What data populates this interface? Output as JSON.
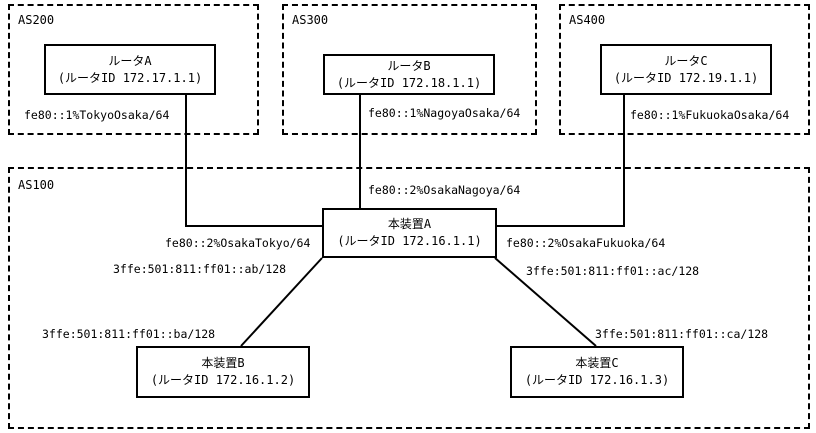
{
  "as_areas": [
    {
      "id": "as200",
      "label": "AS200"
    },
    {
      "id": "as300",
      "label": "AS300"
    },
    {
      "id": "as400",
      "label": "AS400"
    },
    {
      "id": "as100",
      "label": "AS100"
    }
  ],
  "routers": {
    "router_a": {
      "name": "ルータA",
      "id_line": "(ルータID 172.17.1.1)"
    },
    "router_b": {
      "name": "ルータB",
      "id_line": "(ルータID 172.18.1.1)"
    },
    "router_c": {
      "name": "ルータC",
      "id_line": "(ルータID 172.19.1.1)"
    },
    "device_a": {
      "name": "本装置A",
      "id_line": "(ルータID 172.16.1.1)"
    },
    "device_b": {
      "name": "本装置B",
      "id_line": "(ルータID 172.16.1.2)"
    },
    "device_c": {
      "name": "本装置C",
      "id_line": "(ルータID 172.16.1.3)"
    }
  },
  "addresses": {
    "router_a_link": "fe80::1%TokyoOsaka/64",
    "router_b_link": "fe80::1%NagoyaOsaka/64",
    "router_c_link": "fe80::1%FukuokaOsaka/64",
    "device_a_nagoya": "fe80::2%OsakaNagoya/64",
    "device_a_tokyo": "fe80::2%OsakaTokyo/64",
    "device_a_fukuoka": "fe80::2%OsakaFukuoka/64",
    "device_a_to_b": "3ffe:501:811:ff01::ab/128",
    "device_a_to_c": "3ffe:501:811:ff01::ac/128",
    "device_b_to_a": "3ffe:501:811:ff01::ba/128",
    "device_c_to_a": "3ffe:501:811:ff01::ca/128"
  }
}
